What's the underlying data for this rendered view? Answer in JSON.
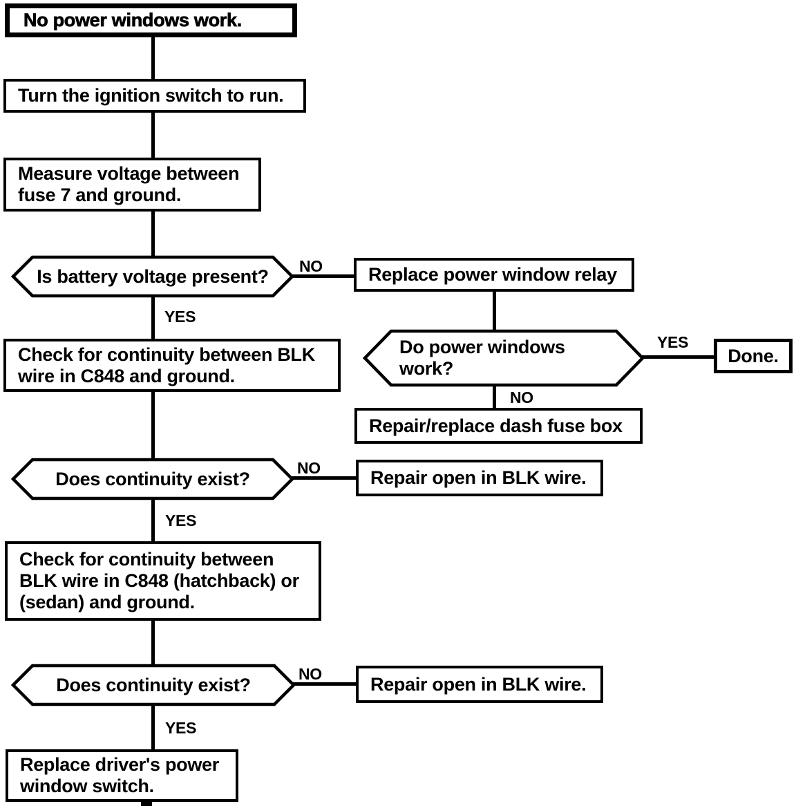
{
  "diagram_title": "No power windows work.",
  "colors": {
    "ink": "#000000",
    "paper": "#ffffff"
  },
  "nodes": {
    "start": {
      "type": "terminator",
      "lines": [
        "No power windows work."
      ]
    },
    "step_ignition": {
      "type": "process",
      "lines": [
        "Turn the ignition switch to run."
      ]
    },
    "step_measure": {
      "type": "process",
      "lines": [
        "Measure voltage between",
        "fuse 7 and ground."
      ]
    },
    "q_battery": {
      "type": "decision",
      "lines": [
        "Is battery voltage present?"
      ]
    },
    "relay": {
      "type": "process",
      "lines": [
        "Replace power window relay"
      ]
    },
    "check1": {
      "type": "process",
      "lines": [
        "Check for continuity between BLK",
        "wire in C848 and ground."
      ]
    },
    "q_windows": {
      "type": "decision",
      "lines": [
        "Do power windows",
        "work?"
      ]
    },
    "done": {
      "type": "terminator",
      "lines": [
        "Done."
      ]
    },
    "fusebox": {
      "type": "process",
      "lines": [
        "Repair/replace dash fuse box"
      ]
    },
    "q_cont1": {
      "type": "decision",
      "lines": [
        "Does continuity exist?"
      ]
    },
    "repair1": {
      "type": "process",
      "lines": [
        "Repair open in BLK wire."
      ]
    },
    "check2": {
      "type": "process",
      "lines": [
        "Check for continuity between",
        "BLK wire in C848 (hatchback) or",
        "(sedan) and ground."
      ]
    },
    "q_cont2": {
      "type": "decision",
      "lines": [
        "Does continuity exist?"
      ]
    },
    "repair2": {
      "type": "process",
      "lines": [
        "Repair open in BLK wire."
      ]
    },
    "final": {
      "type": "process",
      "lines": [
        "Replace driver's power",
        "window switch."
      ]
    }
  },
  "edge_labels": {
    "no_battery": "NO",
    "yes_battery": "YES",
    "yes_windows": "YES",
    "no_windows": "NO",
    "no_cont1": "NO",
    "yes_cont1": "YES",
    "no_cont2": "NO",
    "yes_cont2": "YES"
  }
}
